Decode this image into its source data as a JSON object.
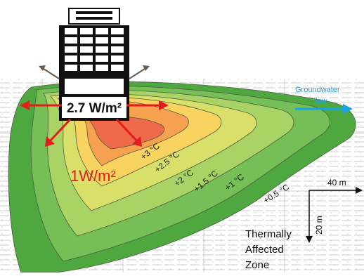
{
  "building": {
    "heat_flux_label": "2.7 W/m²"
  },
  "plume": {
    "center_flux_label": "1W/m²"
  },
  "isotherms": [
    {
      "label": "+3 °C",
      "fill": "#ef6a4a"
    },
    {
      "label": "+2.5 °C",
      "fill": "#f5a150"
    },
    {
      "label": "+2 °C",
      "fill": "#f8d35f"
    },
    {
      "label": "+1.5 °C",
      "fill": "#d9e06a"
    },
    {
      "label": "+1 °C",
      "fill": "#a9d465"
    },
    {
      "label": "+0.5 °C",
      "fill": "#75bf56"
    }
  ],
  "groundwater": {
    "label_line1": "Groundwater",
    "label_line2": "flow",
    "color": "#1aa3e3"
  },
  "scale": {
    "horizontal": "40 m",
    "vertical": "20 m"
  },
  "zone_label": {
    "line1": "Thermally",
    "line2": "Affected",
    "line3": "Zone"
  },
  "colors": {
    "outer_zone": "#4fa83f",
    "arrows": "#e21c1c",
    "sediment_lines": "#bcbcbc"
  }
}
